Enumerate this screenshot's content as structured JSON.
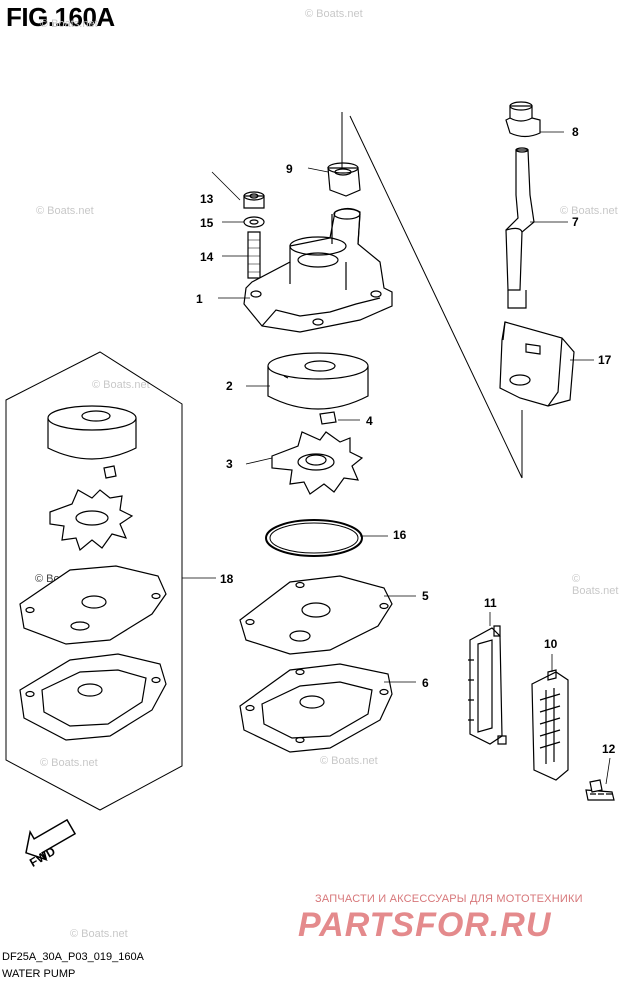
{
  "figure": {
    "title": "FIG.160A",
    "code": "DF25A_30A_P03_019_160A",
    "caption": "WATER PUMP",
    "fwd_label": "FWD"
  },
  "watermarks": {
    "boats": "© Boats.net",
    "ru_text": "ЗАПЧАСТИ И АКСЕССУАРЫ ДЛЯ МОТОТЕХНИКИ",
    "ru_logo": "PARTSFOR.RU"
  },
  "callouts": {
    "c1": "1",
    "c2": "2",
    "c3": "3",
    "c4": "4",
    "c5": "5",
    "c6": "6",
    "c7": "7",
    "c8": "8",
    "c9": "9",
    "c10": "10",
    "c11": "11",
    "c12": "12",
    "c13": "13",
    "c14": "14",
    "c15": "15",
    "c16": "16",
    "c17": "17",
    "c18": "18"
  }
}
